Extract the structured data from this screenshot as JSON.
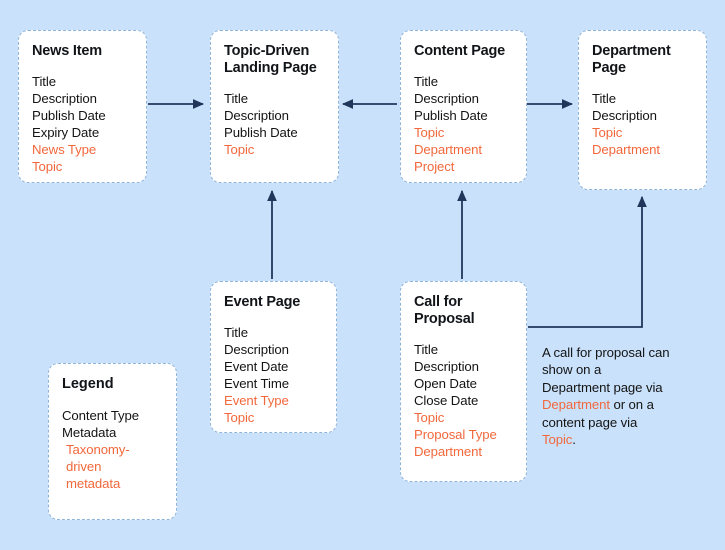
{
  "diagram": {
    "background_color": "#c9e1fb",
    "accent_color": "#f2683c",
    "arrow_color": "#22365c",
    "node_border_color": "#8fb4d9"
  },
  "nodes": {
    "news_item": {
      "title": "News Item",
      "fields": [
        {
          "label": "Title",
          "taxonomy": false
        },
        {
          "label": "Description",
          "taxonomy": false
        },
        {
          "label": "Publish Date",
          "taxonomy": false
        },
        {
          "label": "Expiry Date",
          "taxonomy": false
        },
        {
          "label": "News Type",
          "taxonomy": true
        },
        {
          "label": "Topic",
          "taxonomy": true
        }
      ]
    },
    "topic_landing": {
      "title": "Topic-Driven\nLanding Page",
      "fields": [
        {
          "label": "Title",
          "taxonomy": false
        },
        {
          "label": "Description",
          "taxonomy": false
        },
        {
          "label": "Publish Date",
          "taxonomy": false
        },
        {
          "label": "Topic",
          "taxonomy": true
        }
      ]
    },
    "content_page": {
      "title": "Content Page",
      "fields": [
        {
          "label": "Title",
          "taxonomy": false
        },
        {
          "label": "Description",
          "taxonomy": false
        },
        {
          "label": "Publish Date",
          "taxonomy": false
        },
        {
          "label": "Topic",
          "taxonomy": true
        },
        {
          "label": "Department",
          "taxonomy": true
        },
        {
          "label": "Project",
          "taxonomy": true
        }
      ]
    },
    "department_page": {
      "title": "Department\nPage",
      "fields": [
        {
          "label": "Title",
          "taxonomy": false
        },
        {
          "label": "Description",
          "taxonomy": false
        },
        {
          "label": "Topic",
          "taxonomy": true
        },
        {
          "label": "Department",
          "taxonomy": true
        }
      ]
    },
    "event_page": {
      "title": "Event Page",
      "fields": [
        {
          "label": "Title",
          "taxonomy": false
        },
        {
          "label": "Description",
          "taxonomy": false
        },
        {
          "label": "Event Date",
          "taxonomy": false
        },
        {
          "label": "Event Time",
          "taxonomy": false
        },
        {
          "label": "Event Type",
          "taxonomy": true
        },
        {
          "label": "Topic",
          "taxonomy": true
        }
      ]
    },
    "call_for_proposal": {
      "title": "Call for\nProposal",
      "fields": [
        {
          "label": "Title",
          "taxonomy": false
        },
        {
          "label": "Description",
          "taxonomy": false
        },
        {
          "label": "Open Date",
          "taxonomy": false
        },
        {
          "label": "Close Date",
          "taxonomy": false
        },
        {
          "label": "Topic",
          "taxonomy": true
        },
        {
          "label": "Proposal Type",
          "taxonomy": true
        },
        {
          "label": "Department",
          "taxonomy": true
        }
      ]
    }
  },
  "legend": {
    "title": "Legend",
    "entries": [
      {
        "label": "Content Type",
        "taxonomy": false
      },
      {
        "label": "Metadata",
        "taxonomy": false
      },
      {
        "label": "Taxonomy-driven metadata",
        "taxonomy": true
      }
    ]
  },
  "annotation": {
    "segments": [
      {
        "text": "A call for proposal can show on a Department page via ",
        "highlight": false
      },
      {
        "text": "Department",
        "highlight": true
      },
      {
        "text": " or on a content page via ",
        "highlight": false
      },
      {
        "text": "Topic",
        "highlight": true
      },
      {
        "text": ".",
        "highlight": false
      }
    ]
  },
  "connectors": [
    {
      "name": "news-item-to-topic-landing",
      "from": "news_item",
      "to": "topic_landing",
      "direction": "right"
    },
    {
      "name": "content-page-to-topic-landing",
      "from": "content_page",
      "to": "topic_landing",
      "direction": "left"
    },
    {
      "name": "content-page-to-department-page",
      "from": "content_page",
      "to": "department_page",
      "direction": "right"
    },
    {
      "name": "event-page-to-topic-landing",
      "from": "event_page",
      "to": "topic_landing",
      "direction": "up"
    },
    {
      "name": "call-for-proposal-to-content-page",
      "from": "call_for_proposal",
      "to": "content_page",
      "direction": "up"
    },
    {
      "name": "call-for-proposal-to-department-page",
      "from": "call_for_proposal",
      "to": "department_page",
      "direction": "elbow-up"
    }
  ]
}
